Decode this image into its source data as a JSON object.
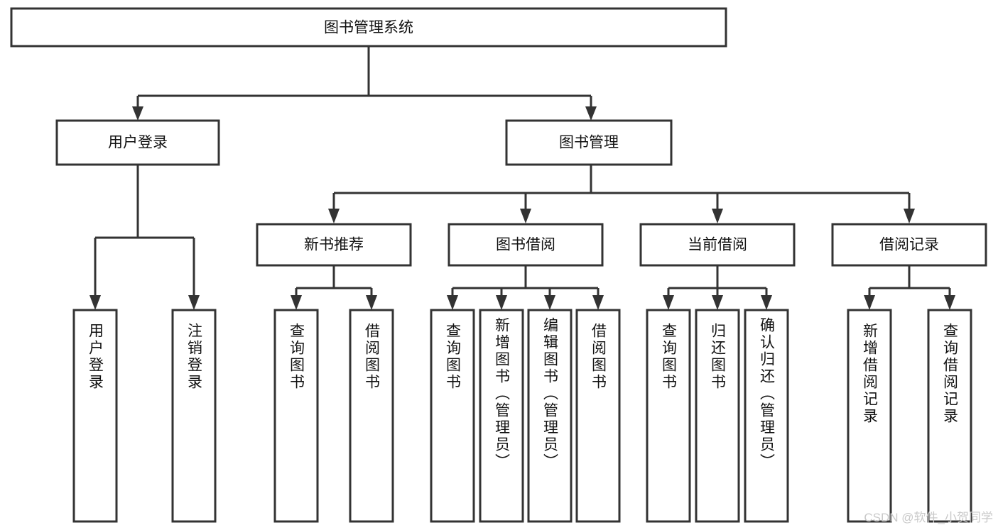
{
  "diagram": {
    "type": "hierarchy-tree",
    "title": "图书管理系统",
    "root": {
      "id": "root",
      "label": "图书管理系统",
      "level": 0
    },
    "level2": [
      {
        "id": "user-login",
        "label": "用户登录"
      },
      {
        "id": "book-management",
        "label": "图书管理"
      }
    ],
    "level3": [
      {
        "id": "new-book-recommend",
        "label": "新书推荐",
        "parent": "book-management"
      },
      {
        "id": "book-borrow",
        "label": "图书借阅",
        "parent": "book-management"
      },
      {
        "id": "current-borrow",
        "label": "当前借阅",
        "parent": "book-management"
      },
      {
        "id": "borrow-record",
        "label": "借阅记录",
        "parent": "book-management"
      }
    ],
    "leaves": {
      "user-login": [
        {
          "id": "leaf-user-login",
          "label": "用户登录"
        },
        {
          "id": "leaf-user-logout",
          "label": "注销登录"
        }
      ],
      "new-book-recommend": [
        {
          "id": "leaf-query-book-1",
          "label": "查询图书"
        },
        {
          "id": "leaf-borrow-book-1",
          "label": "借阅图书"
        }
      ],
      "book-borrow": [
        {
          "id": "leaf-query-book-2",
          "label": "查询图书"
        },
        {
          "id": "leaf-add-book",
          "label": "新增图书（管理员）"
        },
        {
          "id": "leaf-edit-book",
          "label": "编辑图书（管理员）"
        },
        {
          "id": "leaf-borrow-book-2",
          "label": "借阅图书"
        }
      ],
      "current-borrow": [
        {
          "id": "leaf-query-book-3",
          "label": "查询图书"
        },
        {
          "id": "leaf-return-book",
          "label": "归还图书"
        },
        {
          "id": "leaf-confirm-return",
          "label": "确认归还（管理员）"
        }
      ],
      "borrow-record": [
        {
          "id": "leaf-add-record",
          "label": "新增借阅记录"
        },
        {
          "id": "leaf-query-record",
          "label": "查询借阅记录"
        }
      ]
    }
  },
  "watermark": {
    "text": "CSDN @软件_小贺同学"
  },
  "colors": {
    "background": "#ffffff",
    "box_fill": "#ffffff",
    "box_stroke": "#333333",
    "text": "#111111",
    "watermark": "#c9c9c9"
  }
}
